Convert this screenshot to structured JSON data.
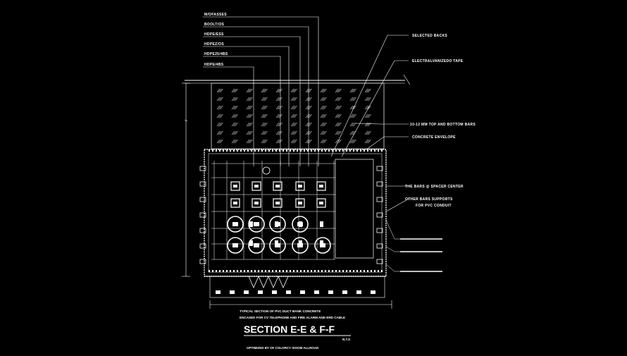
{
  "left_labels": [
    "M/OFASSES",
    "BOOLT/OS",
    "HDPE/ESS",
    "HDPEZ/OS",
    "HDPE25/4BS",
    "HDPE/4BS"
  ],
  "right_labels": [
    "SELECTED BACKS",
    "ELECTRALVANIZEDO TAPE",
    "10-12 MM TOP AND BOTTOM BARS",
    "CONCRETE ENVELOPE",
    "THE BARS @ SPACER CENTER",
    "OTHER BARS SUPPORTS",
    "FOR PVC CONDUIT"
  ],
  "notes": {
    "line1": "TYPICAL SECTION OF PVC DUCT BANK CONCRETE",
    "line2": "ENCASED FOR CV TELEPHONE AND FIRE ALARM AND ERD CABLE"
  },
  "title": "SECTION E-E & F-F",
  "scale": "N.T.S",
  "footer": "OPTIMIZED BY OF COLORCY ISOOM ALLROAD"
}
